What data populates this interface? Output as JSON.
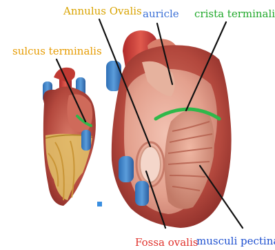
{
  "labels": {
    "annulus_ovalis": "Annulus Ovalis",
    "auricle": "auricle",
    "crista_terminalis": "crista terminalis.",
    "sulcus_terminalis": "sulcus terminalis",
    "fossa_ovalis": "Fossa ovalis",
    "musculi_pectinati": "musculi pectinati"
  },
  "colors": {
    "annulus_ovalis": "#d9a300",
    "auricle": "#3a6fd6",
    "crista_terminalis": "#1fa82a",
    "sulcus_terminalis": "#e69b00",
    "fossa_ovalis": "#e0302a",
    "musculi_pectinati": "#1c4fd0",
    "highlight_line": "#2fb84a",
    "pointer": "#111111"
  },
  "images": {
    "left": "small-heart-anterior-view",
    "right": "heart-with-opened-right-atrium"
  }
}
